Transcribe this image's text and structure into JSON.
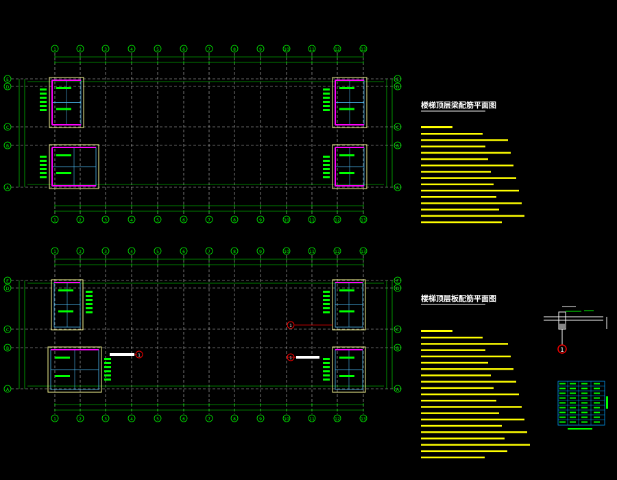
{
  "top_plan": {
    "title": "楼梯顶层梁配筋平面图",
    "column_labels": [
      "1",
      "2",
      "3",
      "4",
      "5",
      "6",
      "7",
      "8",
      "9",
      "10",
      "11",
      "12",
      "13"
    ],
    "row_labels": [
      "E",
      "D",
      "C",
      "B",
      "A"
    ]
  },
  "bottom_plan": {
    "title": "楼梯顶层板配筋平面图",
    "column_labels": [
      "1",
      "2",
      "3",
      "4",
      "5",
      "6",
      "7",
      "8",
      "9",
      "10",
      "11",
      "12",
      "13"
    ],
    "row_labels": [
      "E",
      "D",
      "C",
      "B",
      "A"
    ]
  },
  "detail": {
    "marker": "1"
  },
  "section_markers": [
    "1",
    "1"
  ],
  "colors": {
    "background": "#000000",
    "grid": "#00ff00",
    "axis_line": "#ffffff",
    "wall": "#ffff99",
    "beam": "#ff00ff",
    "rebar_label": "#00ff00",
    "note_text": "#ffff00",
    "title": "#ffffff",
    "marker": "#ff0000",
    "table": "#00a0ff"
  }
}
